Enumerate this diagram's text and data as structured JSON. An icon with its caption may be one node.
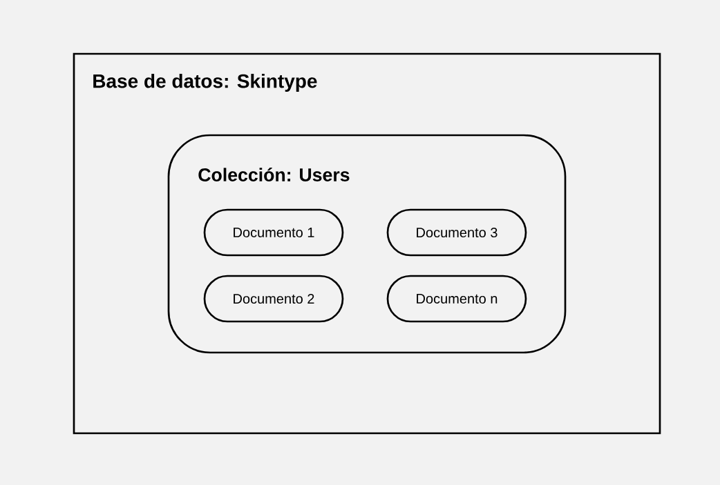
{
  "diagram": {
    "nodes": [
      {
        "text": [
          "Base de datos: Skintype"
        ]
      },
      {
        "text": [
          "Colección: Users"
        ],
        "in": 0
      },
      {
        "text": [
          "Documento 1"
        ],
        "in": 1
      },
      {
        "text": [
          "Documento 3"
        ],
        "in": 1
      },
      {
        "text": [
          "Documento 2"
        ],
        "in": 1
      },
      {
        "text": [
          "Documento n"
        ],
        "in": 1
      }
    ]
  }
}
